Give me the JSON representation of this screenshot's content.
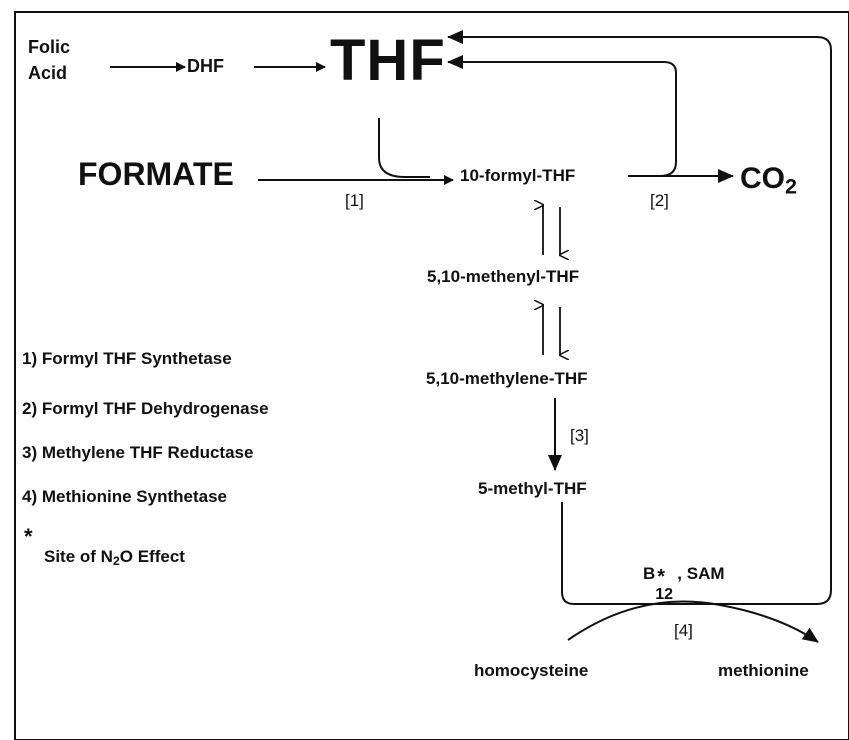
{
  "nodes": {
    "folic_line1": "Folic",
    "folic_line2": "Acid",
    "dhf": "DHF",
    "thf": "THF",
    "formate": "FORMATE",
    "formyl_thf": "10-formyl-THF",
    "co2_main": "CO",
    "co2_sub": "2",
    "methenyl_thf": "5,10-methenyl-THF",
    "methylene_thf": "5,10-methylene-THF",
    "methyl_thf": "5-methyl-THF",
    "homocysteine": "homocysteine",
    "methionine": "methionine",
    "cofactor_b": "B",
    "cofactor_star": "*",
    "cofactor_sub": "12",
    "cofactor_rest": ", SAM"
  },
  "steps": {
    "s1": "[1]",
    "s2": "[2]",
    "s3": "[3]",
    "s4": "[4]"
  },
  "legend": {
    "items": [
      "1) Formyl THF Synthetase",
      "2) Formyl THF Dehydrogenase",
      "3) Methylene THF Reductase",
      "4) Methionine Synthetase"
    ],
    "note_star": "*",
    "note_prefix": "Site of N",
    "note_sub": "2",
    "note_suffix": "O Effect"
  }
}
